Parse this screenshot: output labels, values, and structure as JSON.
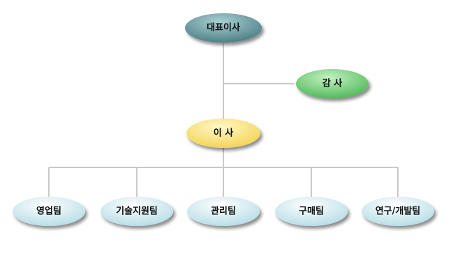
{
  "org": {
    "ceo": {
      "label": "대표이사",
      "color": "#5e9196"
    },
    "auditor": {
      "label": "감 사",
      "color": "#76d17a"
    },
    "director": {
      "label": "이 사",
      "color": "#fbe27a"
    },
    "teams": [
      {
        "label": "영업팀"
      },
      {
        "label": "기술지원팀"
      },
      {
        "label": "관리팀"
      },
      {
        "label": "구매팀"
      },
      {
        "label": "연구/개발팀"
      }
    ],
    "team_color": "#cfeaf0"
  }
}
